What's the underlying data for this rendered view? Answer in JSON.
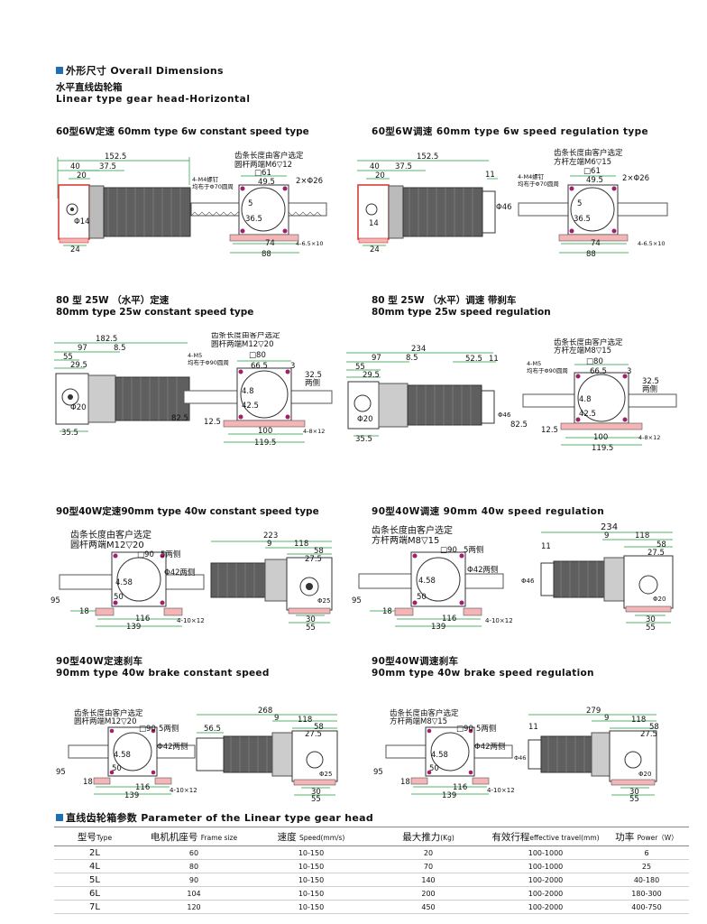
{
  "section1": {
    "title": "外形尺寸 Overall Dimensions"
  },
  "subtitle": {
    "cn": "水平直线齿轮箱",
    "en": "Linear type gear head-Horizontal"
  },
  "diagrams": [
    {
      "cn": "60型6W定速",
      "en": " 60mm type 6w constant speed type",
      "labels": {
        "overall": "152.5",
        "a": "40",
        "b": "37.5",
        "c": "20",
        "shaft": "Φ14",
        "base": "24",
        "note1": "齿条长度由客户选定",
        "note2": "圆杆两端M6▽12",
        "box": "□61",
        "screw1": "4-M4螺钉",
        "screw2": "均布于Φ70圆周",
        "w": "49.5",
        "rack": "2×Φ26",
        "h1": "5",
        "h2": "36.5",
        "bw": "74",
        "bt": "88",
        "holes": "4-6.5×10"
      }
    },
    {
      "cn": "60型6W调速",
      "en": " 60mm type 6w speed regulation type",
      "labels": {
        "overall": "152.5",
        "a": "40",
        "b": "37.5",
        "c": "20",
        "ctrl": "11",
        "shaft": "Φ46",
        "base": "24",
        "pin": "14",
        "note1": "齿条长度由客户选定",
        "note2": "方杆左端M6▽15",
        "box": "□61",
        "screw1": "4-M4螺钉",
        "screw2": "均布于Φ70圆周",
        "w": "49.5",
        "rack": "2×Φ26",
        "h1": "5",
        "h2": "36.5",
        "bw": "74",
        "bt": "88",
        "holes": "4-6.5×10"
      }
    },
    {
      "cn": "80 型 25W （水平）定速",
      "en": "80mm type 25w constant speed type",
      "labels": {
        "overall": "182.5",
        "a": "97",
        "b": "8.5",
        "c": "55",
        "d": "29.5",
        "shaft": "Φ20",
        "base": "35.5",
        "h": "82.5",
        "note1": "齿条长度由客户选定",
        "note2": "圆杆两端M12▽20",
        "box": "□80",
        "screw1": "4-M5",
        "screw2": "均布于Φ90圆周",
        "w": "66.5",
        "gap": "3",
        "rack": "32.5",
        "rack2": "两侧",
        "h1": "4.8",
        "h2": "42.5",
        "h3": "12.5",
        "bw": "100",
        "bt": "119.5",
        "holes": "4-8×12"
      }
    },
    {
      "cn": "80 型 25W （水平）调速 带刹车",
      "en": "80mm type 25w speed regulation",
      "labels": {
        "overall": "234",
        "a": "97",
        "b": "8.5",
        "c": "55",
        "d": "29.5",
        "e": "52.5",
        "f": "11",
        "shaft": "Φ20",
        "ctrl": "Φ46",
        "base": "35.5",
        "h": "82.5",
        "note1": "齿条长度由客户选定",
        "note2": "方杆左端M8▽15",
        "box": "□80",
        "screw1": "4-M5",
        "screw2": "均布于Φ90圆周",
        "w": "66.5",
        "gap": "3",
        "rack": "32.5",
        "rack2": "两侧",
        "h1": "4.8",
        "h2": "42.5",
        "h3": "12.5",
        "bw": "100",
        "bt": "119.5",
        "holes": "4-8×12"
      }
    },
    {
      "cn": "90型40W定速",
      "en": "90mm type 40w constant speed type",
      "labels": {
        "note1": "齿条长度由客户选定",
        "note2": "圆杆两端M12▽20",
        "box": "□90",
        "boxs": "5两侧",
        "ring": "Φ42两侧",
        "h1": "4.58",
        "h2": "50",
        "height": "95",
        "left": "18",
        "bw": "116",
        "bt": "139",
        "holes": "4-10×12",
        "overall": "223",
        "a": "9",
        "b": "118",
        "c": "58",
        "d": "27.5",
        "shaft": "Φ25",
        "e": "30",
        "f": "55"
      }
    },
    {
      "cn": "90型40W调速",
      "en": " 90mm 40w speed regulation",
      "labels": {
        "note1": "齿条长度由客户选定",
        "note2": "方杆两端M8▽15",
        "box": "□90",
        "boxs": "5两侧",
        "ring": "Φ42两侧",
        "h1": "4.58",
        "h2": "50",
        "height": "95",
        "left": "18",
        "bw": "116",
        "bt": "139",
        "holes": "4-10×12",
        "overall": "234",
        "a": "9",
        "b": "118",
        "c": "58",
        "d": "27.5",
        "g": "11",
        "ctrl": "Φ46",
        "shaft": "Φ20",
        "e": "30",
        "f": "55"
      }
    },
    {
      "cn": "90型40W定速刹车",
      "en": "90mm type 40w brake constant speed",
      "labels": {
        "note1": "齿条长度由客户选定",
        "note2": "圆杆两端M12▽20",
        "box": "□90",
        "boxs": "5两侧",
        "ring": "Φ42两侧",
        "h1": "4.58",
        "h2": "50",
        "height": "95",
        "left": "18",
        "bw": "116",
        "bt": "139",
        "holes": "4-10×12",
        "overall": "268",
        "g": "56.5",
        "a": "9",
        "b": "118",
        "c": "58",
        "d": "27.5",
        "shaft": "Φ25",
        "e": "30",
        "f": "55"
      }
    },
    {
      "cn": "90型40W调速刹车",
      "en": "90mm type 40w brake speed regulation",
      "labels": {
        "note1": "齿条长度由客户选定",
        "note2": "方杆两端M8▽15",
        "box": "□90",
        "boxs": "5两侧",
        "ring": "Φ42两侧",
        "h1": "4.58",
        "h2": "50",
        "height": "95",
        "left": "18",
        "bw": "116",
        "bt": "139",
        "holes": "4-10×12",
        "overall": "279",
        "a": "9",
        "b": "118",
        "c": "58",
        "d": "27.5",
        "g": "11",
        "ctrl": "Φ46",
        "shaft": "Φ20",
        "e": "30",
        "f": "55"
      }
    }
  ],
  "section2": {
    "title": "直线齿轮箱参数 Parameter of the Linear type gear head"
  },
  "table": {
    "headers": [
      {
        "cn": "型号",
        "en": "Type"
      },
      {
        "cn": "电机机座号",
        "en": "Frame size"
      },
      {
        "cn": "速度",
        "en": "Speed(mm/s)"
      },
      {
        "cn": "最大推力",
        "en": "(Kg)"
      },
      {
        "cn": "有效行程",
        "en": "effective travel(mm)"
      },
      {
        "cn": "功率",
        "en": "Power（W）"
      }
    ],
    "rows": [
      [
        "2L",
        "60",
        "10-150",
        "20",
        "100-1000",
        "6"
      ],
      [
        "4L",
        "80",
        "10-150",
        "70",
        "100-1000",
        "25"
      ],
      [
        "5L",
        "90",
        "10-150",
        "140",
        "100-2000",
        "40-180"
      ],
      [
        "6L",
        "104",
        "10-150",
        "200",
        "100-2000",
        "180-300"
      ],
      [
        "7L",
        "120",
        "10-150",
        "450",
        "100-2000",
        "400-750"
      ]
    ]
  },
  "colors": {
    "accent": "#1f6fb5",
    "dim": "#1a9a3a",
    "motor_gray": "#666666",
    "box_red": "#d9302b",
    "pink": "#e6a0d0"
  }
}
